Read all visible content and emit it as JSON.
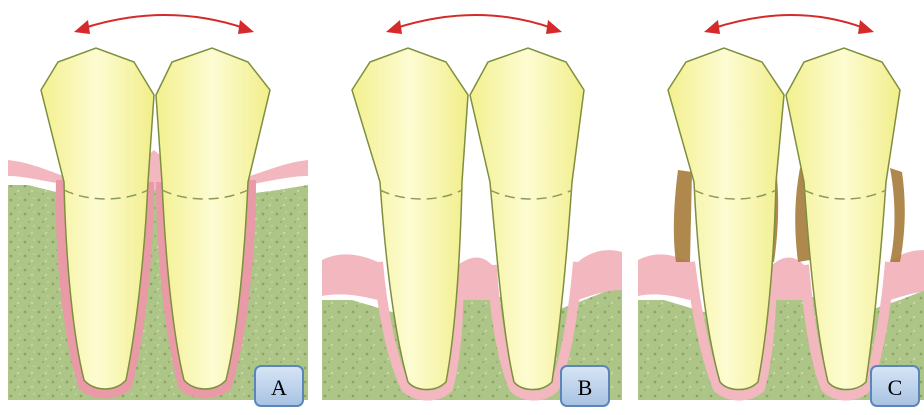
{
  "colors": {
    "bone": "#adc587",
    "gum": "#f2b7bf",
    "gum_line": "#d47a88",
    "tooth": "#f8f6a3",
    "tooth_outline": "#7e8f3f",
    "calculus": "#a57b3a",
    "arrow": "#d42a2a",
    "label_border": "#5a86b9"
  },
  "panels": [
    {
      "id": "A",
      "label": "A",
      "gum_state": "healthy"
    },
    {
      "id": "B",
      "label": "B",
      "gum_state": "receded"
    },
    {
      "id": "C",
      "label": "C",
      "gum_state": "receded-with-calculus"
    }
  ]
}
